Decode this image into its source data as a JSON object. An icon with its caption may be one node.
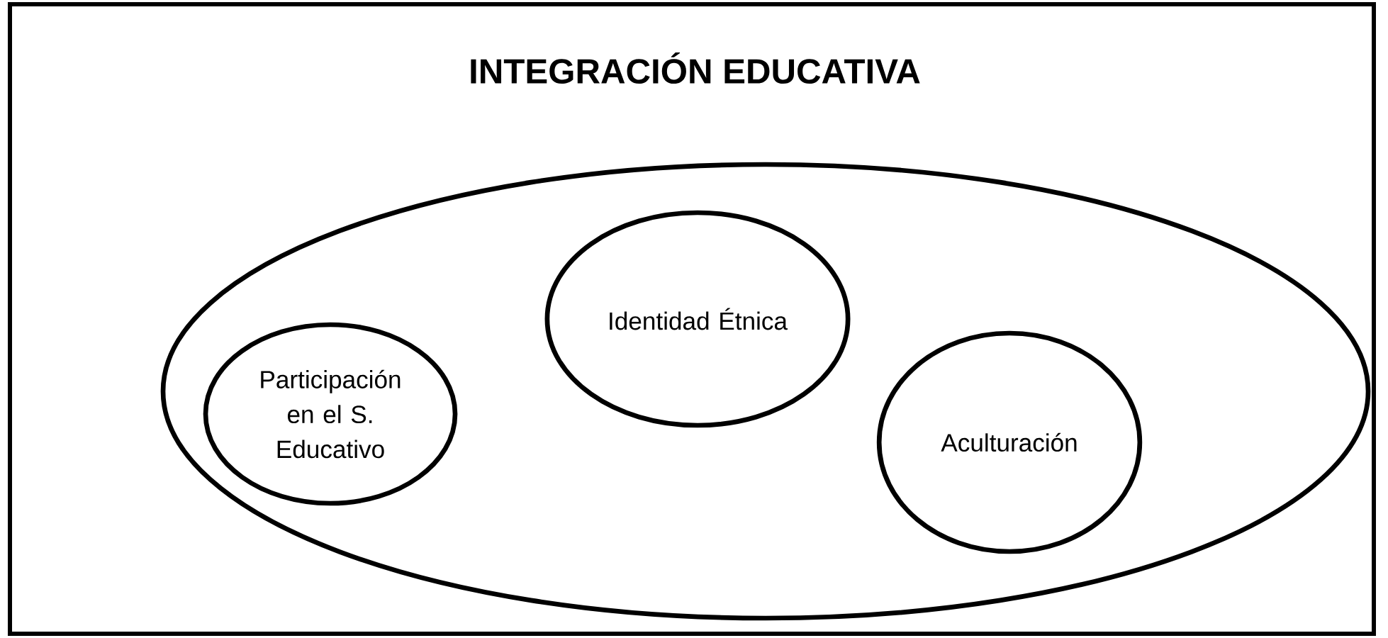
{
  "diagram": {
    "title": "INTEGRACIÓN EDUCATIVA",
    "nodes": [
      {
        "text": [],
        "shape": "box"
      },
      {
        "text": [],
        "shape": "ellipse",
        "in": 0
      },
      {
        "text": [
          "Participación en el S. Educativo"
        ],
        "in": 1
      },
      {
        "text": [
          "Identidad Étnica"
        ],
        "in": 1
      },
      {
        "text": [
          "Aculturación"
        ],
        "in": 1
      }
    ],
    "edges": []
  }
}
